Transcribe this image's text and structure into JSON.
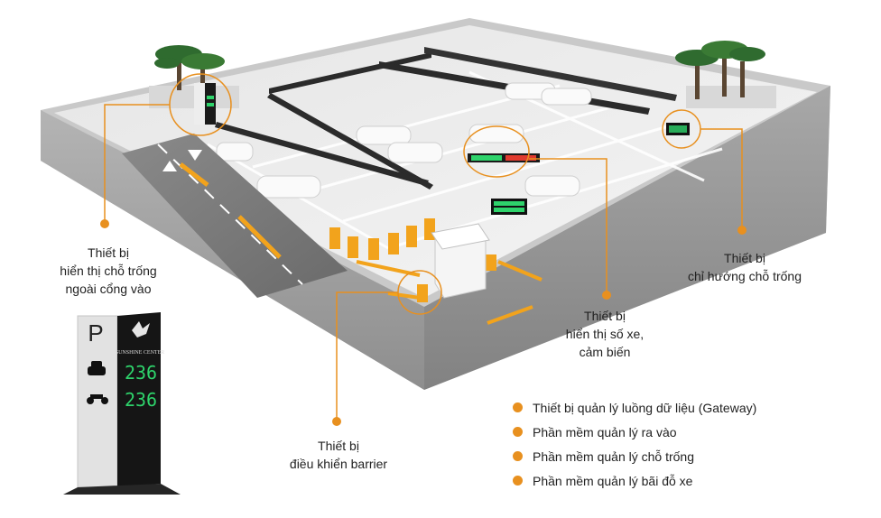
{
  "colors": {
    "accent": "#e8901f",
    "text": "#222222",
    "floor": "#ebebeb",
    "wall": "#a9a9a9",
    "barrier": "#f2a31c",
    "display_green": "#2ed36b",
    "display_red": "#e03a2e"
  },
  "callouts": {
    "outdoor_display": {
      "line1": "Thiết bị",
      "line2": "hiển thị chỗ trống",
      "line3": "ngoài cổng vào"
    },
    "direction": {
      "line1": "Thiết bị",
      "line2": "chỉ hướng chỗ trống"
    },
    "counter_sensor": {
      "line1": "Thiết bị",
      "line2": "hiển thị số xe,",
      "line3": "cảm biến"
    },
    "barrier_control": {
      "line1": "Thiết bị",
      "line2": "điều khiển barrier"
    }
  },
  "sign": {
    "letter": "P",
    "brand": "SUNSHINE CENTER",
    "car_count": "236",
    "moto_count": "236"
  },
  "legend": [
    "Thiết bị quản lý luồng dữ liệu (Gateway)",
    "Phần mềm quản lý ra vào",
    "Phần mềm quản lý chỗ trống",
    "Phần mềm quản lý bãi đỗ xe"
  ]
}
